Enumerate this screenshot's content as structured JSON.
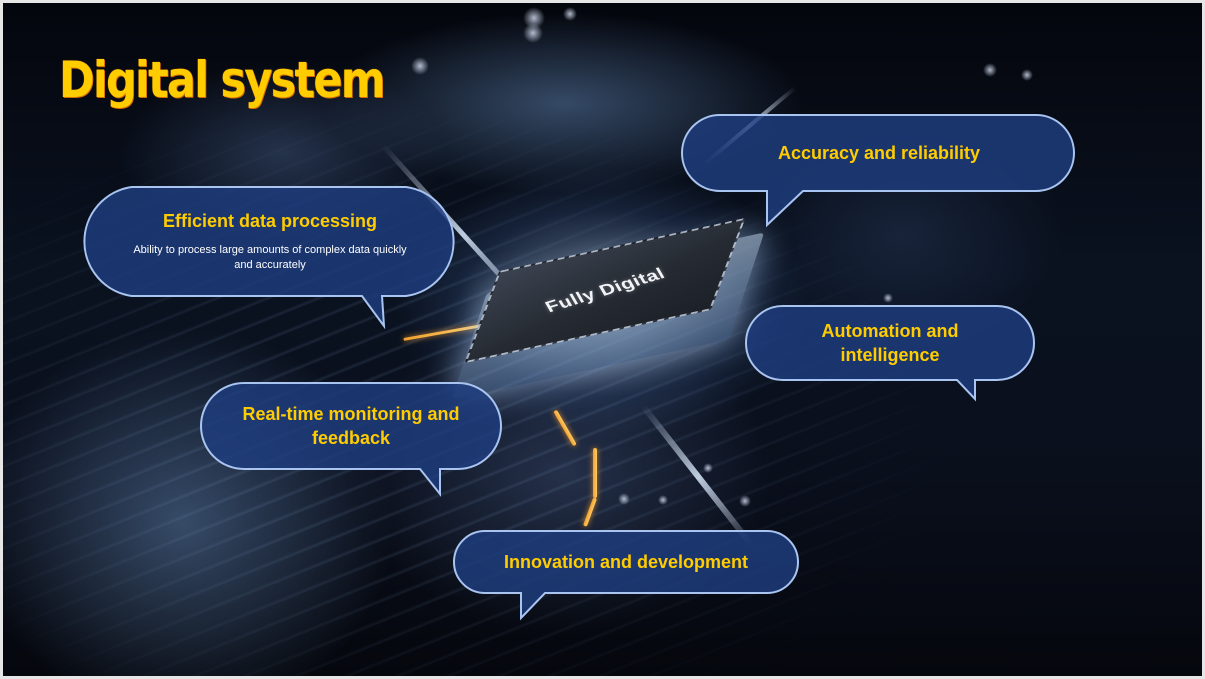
{
  "slide": {
    "title": "Digital system",
    "chip_label": "Fully Digital",
    "colors": {
      "title": "#ffcc00",
      "bubble_fill": "#1f3d7f",
      "bubble_stroke": "#a9c4f0",
      "bubble_title": "#ffcc00",
      "bubble_desc": "#ffffff",
      "frame": "#e6e6e6"
    },
    "bubbles": [
      {
        "id": "efficient-data-processing",
        "title": "Efficient data processing",
        "description": "Ability to process large amounts of complex data quickly and accurately"
      },
      {
        "id": "accuracy-and-reliability",
        "title": "Accuracy and reliability"
      },
      {
        "id": "automation-and-intelligence",
        "title": "Automation and intelligence"
      },
      {
        "id": "real-time-monitoring",
        "title": "Real-time monitoring and feedback"
      },
      {
        "id": "innovation-and-development",
        "title": "Innovation and development"
      }
    ]
  }
}
